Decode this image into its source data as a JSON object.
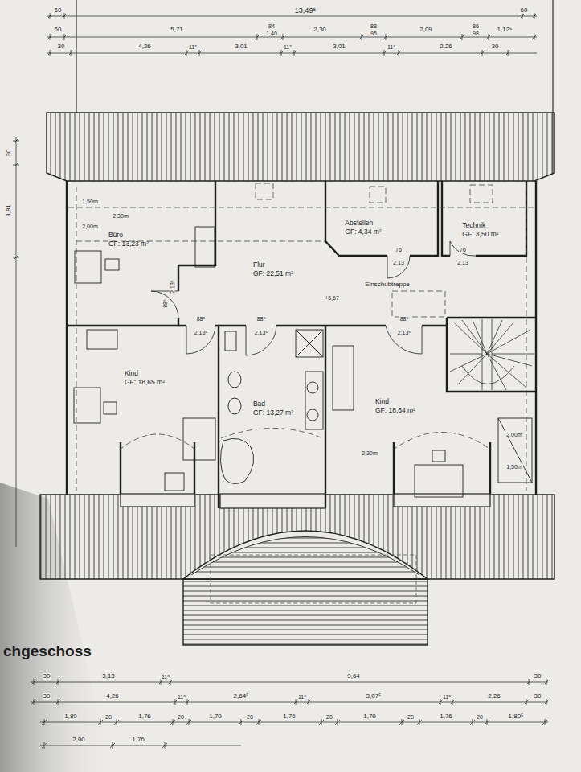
{
  "diagram": {
    "title": "chgeschoss",
    "nodes": [
      {
        "text": [
          "Büro",
          "GF: 13,23 m²"
        ]
      },
      {
        "text": [
          "Flur",
          "GF: 22,51 m²"
        ]
      },
      {
        "text": [
          "Abstellen",
          "GF: 4,34 m²"
        ]
      },
      {
        "text": [
          "Technik",
          "GF: 3,50 m²"
        ]
      },
      {
        "text": [
          "Kind",
          "GF: 18,65 m²"
        ]
      },
      {
        "text": [
          "Bad",
          "GF: 13,27 m²"
        ]
      },
      {
        "text": [
          "Kind",
          "GF: 18,64 m²"
        ]
      }
    ],
    "labels": [
      "60",
      "13,49⁵",
      "60",
      "60",
      "5,71",
      "84",
      "1,40",
      "2,30",
      "88",
      "95",
      "2,09",
      "86",
      "98",
      "1,12⁵",
      "30",
      "4,26",
      "11⁵",
      "3,01",
      "11⁵",
      "3,01",
      "11⁵",
      "2,26",
      "30",
      "30",
      "3,81",
      "1,50m",
      "2,30m",
      "2,00m",
      "88⁵",
      "2,13⁵",
      "88⁵",
      "2,13⁵",
      "88⁵",
      "2,13⁵",
      "76",
      "2,13",
      "76",
      "2,13",
      "Einschubtreppe",
      "+5,67",
      "88⁵",
      "2,13⁵",
      "2,30m",
      "2,00m",
      "1,50m",
      "30",
      "3,13",
      "11⁵",
      "9,64",
      "30",
      "30",
      "4,26",
      "11⁵",
      "2,64⁵",
      "11⁵",
      "3,07⁵",
      "11⁵",
      "2,26",
      "30",
      "1,80",
      "20",
      "1,76",
      "20",
      "1,70",
      "20",
      "1,76",
      "20",
      "1,70",
      "20",
      "1,76",
      "20",
      "1,80⁵",
      "2,00",
      "1,76"
    ]
  }
}
